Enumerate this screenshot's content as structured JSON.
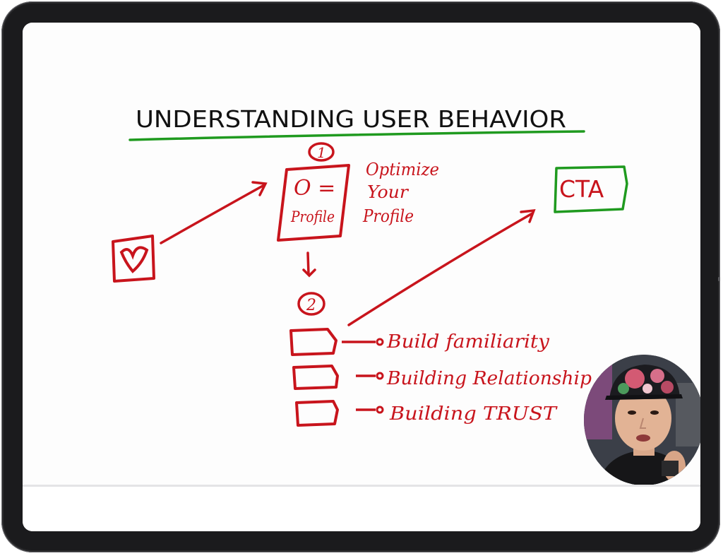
{
  "whiteboard": {
    "title": "UNDERSTANDING USER BEHAVIOR",
    "step1_number": "1",
    "step2_number": "2",
    "profile_icon_symbol": "O =",
    "profile_label": "Profile",
    "optimize_lines": [
      "Optimize",
      "Your",
      "Profile"
    ],
    "cta_label": "CTA",
    "content_items": [
      "Build familiarity",
      "Building Relationship",
      "Building TRUST"
    ]
  },
  "colors": {
    "ink_red": "#c8141c",
    "ink_green": "#1f9a1f",
    "ink_black": "#111111",
    "device_frame": "#1b1b1d"
  },
  "icons": {
    "start_icon": "heart-checkbox-icon",
    "presenter": "presenter-video-bubble"
  }
}
